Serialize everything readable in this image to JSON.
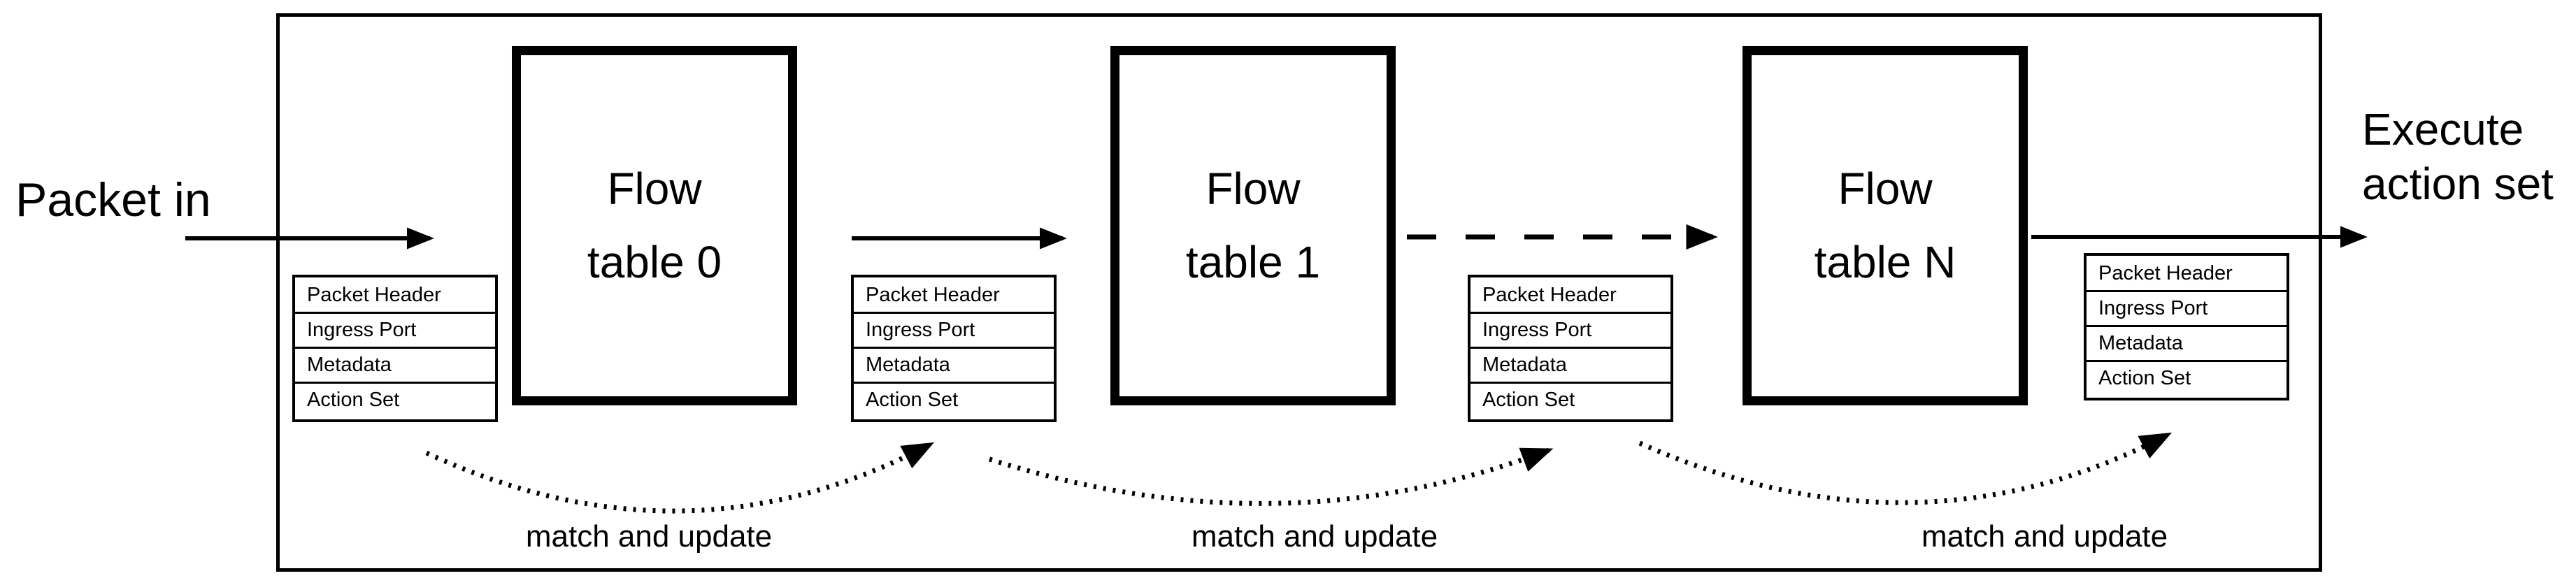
{
  "labels": {
    "packet_in": "Packet in",
    "execute_action_set": "Execute action set"
  },
  "flow_tables": [
    {
      "line1": "Flow",
      "line2": "table 0"
    },
    {
      "line1": "Flow",
      "line2": "table 1"
    },
    {
      "line1": "Flow",
      "line2": "table N"
    }
  ],
  "state_tables": [
    {
      "rows": [
        "Packet Header",
        "Ingress Port",
        "Metadata",
        "Action Set"
      ]
    },
    {
      "rows": [
        "Packet Header",
        "Ingress Port",
        "Metadata",
        "Action Set"
      ]
    },
    {
      "rows": [
        "Packet Header",
        "Ingress Port",
        "Metadata",
        "Action Set"
      ]
    },
    {
      "rows": [
        "Packet Header",
        "Ingress Port",
        "Metadata",
        "Action Set"
      ]
    }
  ],
  "match_labels": [
    "match and update",
    "match and update",
    "match and update"
  ],
  "colors": {
    "ink": "#000000",
    "background": "#ffffff"
  }
}
